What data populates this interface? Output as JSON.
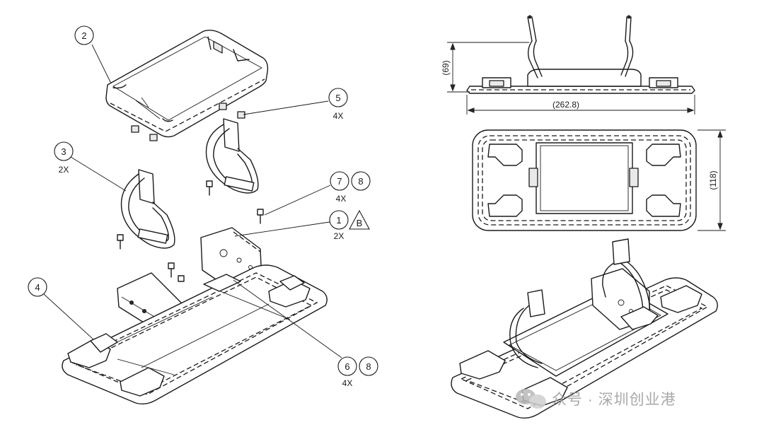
{
  "callouts": {
    "c1": {
      "number": "1",
      "qty": "2X",
      "revision": "B"
    },
    "c2": {
      "number": "2"
    },
    "c3": {
      "number": "3",
      "qty": "2X"
    },
    "c4": {
      "number": "4"
    },
    "c5": {
      "number": "5",
      "qty": "4X"
    },
    "c6": {
      "number": "6",
      "number_b": "8",
      "qty": "4X"
    },
    "c7": {
      "number": "7",
      "number_b": "8",
      "qty": "4X"
    }
  },
  "dimensions": {
    "height": "(69)",
    "width": "(262.8)",
    "depth": "(118)"
  },
  "watermark": {
    "text": "众号 · 深圳创业港",
    "icon": "wechat-icon"
  },
  "colors": {
    "line": "#1a1a1a",
    "background": "#ffffff",
    "watermark": "#9a9a9a"
  }
}
